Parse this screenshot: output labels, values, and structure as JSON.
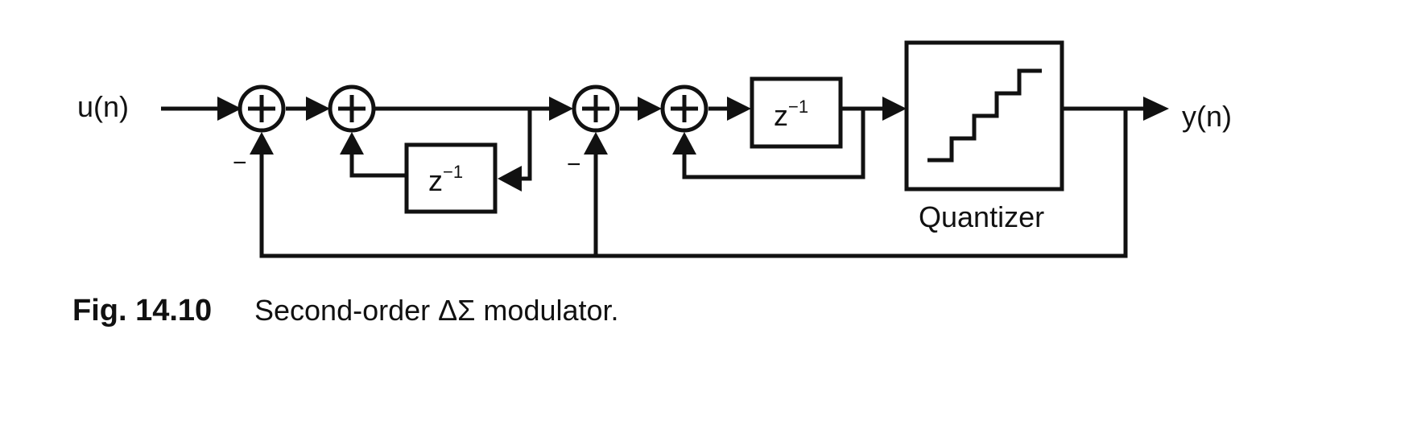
{
  "diagram": {
    "input_label": "u(n)",
    "output_label": "y(n)",
    "delay_label_base": "z",
    "delay_label_exp": "−1",
    "minus_sign": "−",
    "quantizer_label": "Quantizer"
  },
  "caption": {
    "fig_label": "Fig. 14.10",
    "text": "Second-order ΔΣ modulator."
  }
}
